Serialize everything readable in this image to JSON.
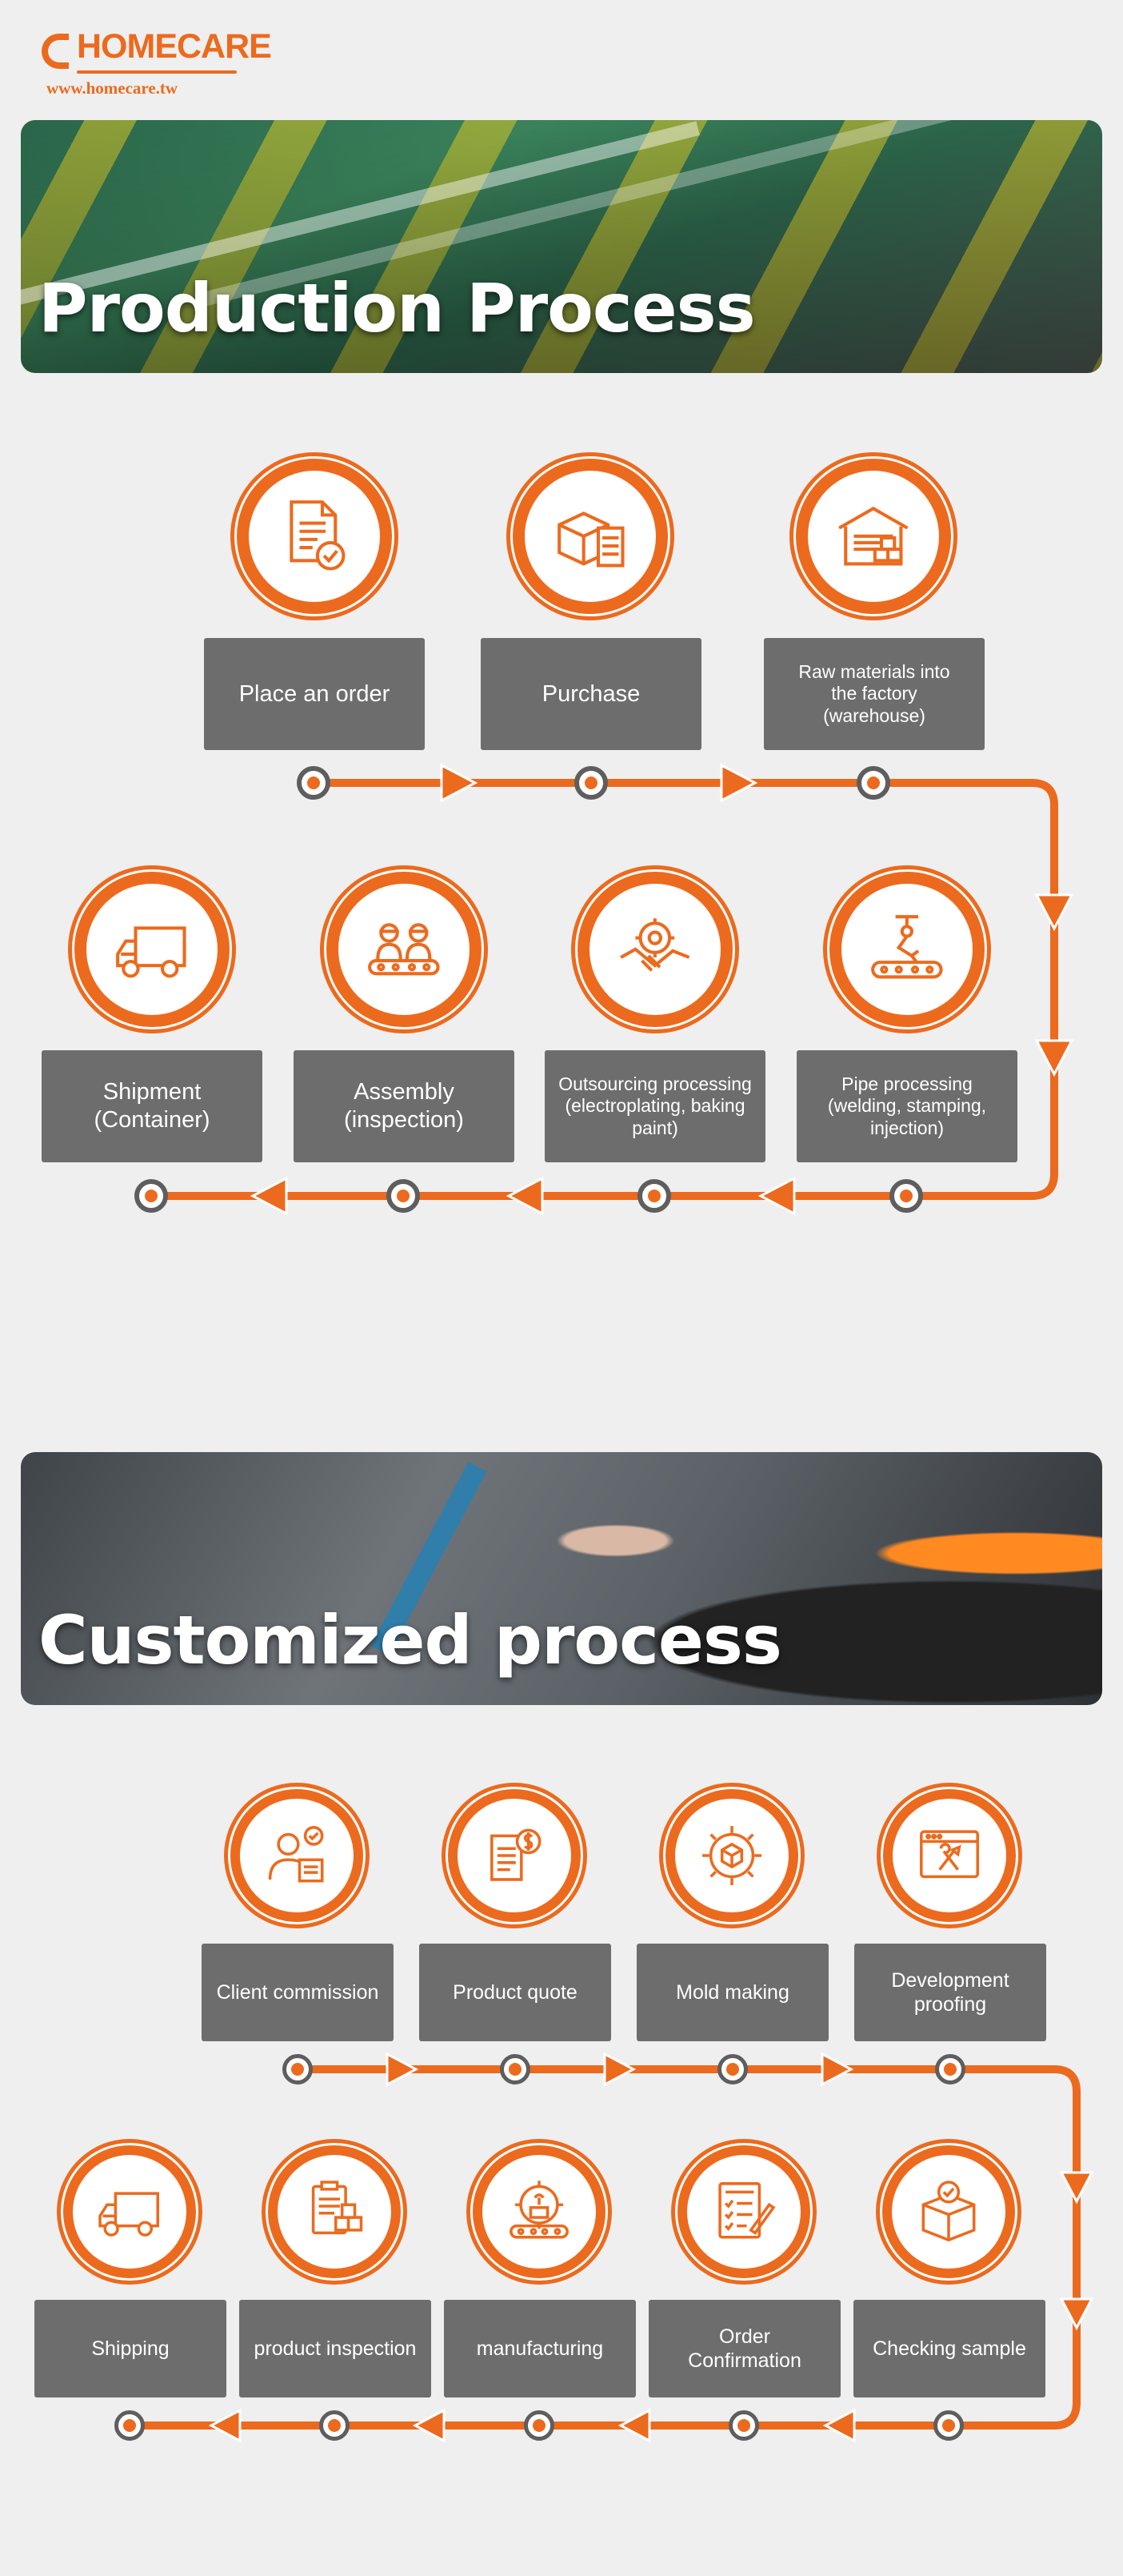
{
  "logo": {
    "wordmark": "HOMECARE",
    "url": "www.homecare.tw"
  },
  "production": {
    "title": "Production Process",
    "steps_row1": [
      {
        "label": "Place an order",
        "icon": "document-check-icon"
      },
      {
        "label": "Purchase",
        "icon": "box-checklist-icon"
      },
      {
        "label": "Raw materials into the factory (warehouse)",
        "icon": "warehouse-icon"
      }
    ],
    "steps_row2": [
      {
        "label": "Shipment (Container)",
        "icon": "truck-icon"
      },
      {
        "label": "Assembly (inspection)",
        "icon": "workers-conveyor-icon"
      },
      {
        "label": "Outsourcing processing (electroplating, baking paint)",
        "icon": "handshake-gear-icon"
      },
      {
        "label": "Pipe processing (welding, stamping, injection)",
        "icon": "robot-arm-icon"
      }
    ]
  },
  "customized": {
    "title": "Customized process",
    "steps_row1": [
      {
        "label": "Client commission",
        "icon": "client-document-icon"
      },
      {
        "label": "Product quote",
        "icon": "quote-dollar-icon"
      },
      {
        "label": "Mold making",
        "icon": "gear-cube-icon"
      },
      {
        "label": "Development proofing",
        "icon": "browser-tools-icon"
      }
    ],
    "steps_row2": [
      {
        "label": "Shipping",
        "icon": "truck-icon"
      },
      {
        "label": "product inspection",
        "icon": "clipboard-boxes-icon"
      },
      {
        "label": "manufacturing",
        "icon": "gear-conveyor-icon"
      },
      {
        "label": "Order Confirmation",
        "icon": "order-form-icon"
      },
      {
        "label": "Checking sample",
        "icon": "box-check-icon"
      }
    ]
  },
  "colors": {
    "accent": "#ec6a1e",
    "label_bg": "#6d6d6d",
    "background": "#efefef",
    "node_ring": "#5e5e5e"
  }
}
